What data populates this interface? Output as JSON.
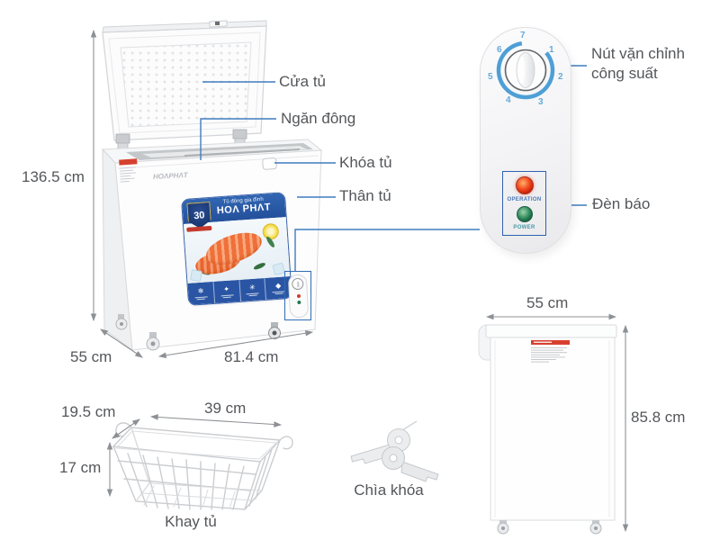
{
  "diagram_title": "Chest freezer annotated product diagram",
  "annotations": {
    "door": "Cửa tủ",
    "freezer_compartment": "Ngăn đông",
    "lock": "Khóa tủ",
    "body": "Thân tủ",
    "power_knob": "Nút vặn chỉnh công suất",
    "indicator_lights": "Đèn báo",
    "basket": "Khay tủ",
    "keys": "Chìa khóa"
  },
  "dimensions": {
    "front_height": "136.5 cm",
    "front_depth": "55 cm",
    "front_width": "81.4 cm",
    "basket_depth": "19.5 cm",
    "basket_width": "39 cm",
    "basket_height": "17 cm",
    "side_width": "55 cm",
    "side_height": "85.8 cm"
  },
  "branding": {
    "embossed_logo": "HOΛPHΛT",
    "sticker_tagline": "Tủ đông gia đình",
    "sticker_brand": "HOΛ PHΛT",
    "badge_years": "30"
  },
  "control_panel": {
    "dial_numbers": [
      "1",
      "2",
      "3",
      "4",
      "5",
      "6",
      "7"
    ],
    "operation_label": "OPERATION",
    "power_label": "POWER"
  },
  "icons": {
    "feature_icons": [
      "❄",
      "✦",
      "✳",
      "◆"
    ]
  },
  "colors": {
    "leader_line": "#3f7dbd",
    "dimension_line": "#8d9094",
    "label_text": "#54565a",
    "dial_arc": "#4e9fd6",
    "dial_numbers": "#67aad9",
    "sticker_blue": "#2a55a4",
    "operation_light": "#e03022",
    "power_light": "#1f7a50",
    "warning_sticker": "#d6402f"
  }
}
